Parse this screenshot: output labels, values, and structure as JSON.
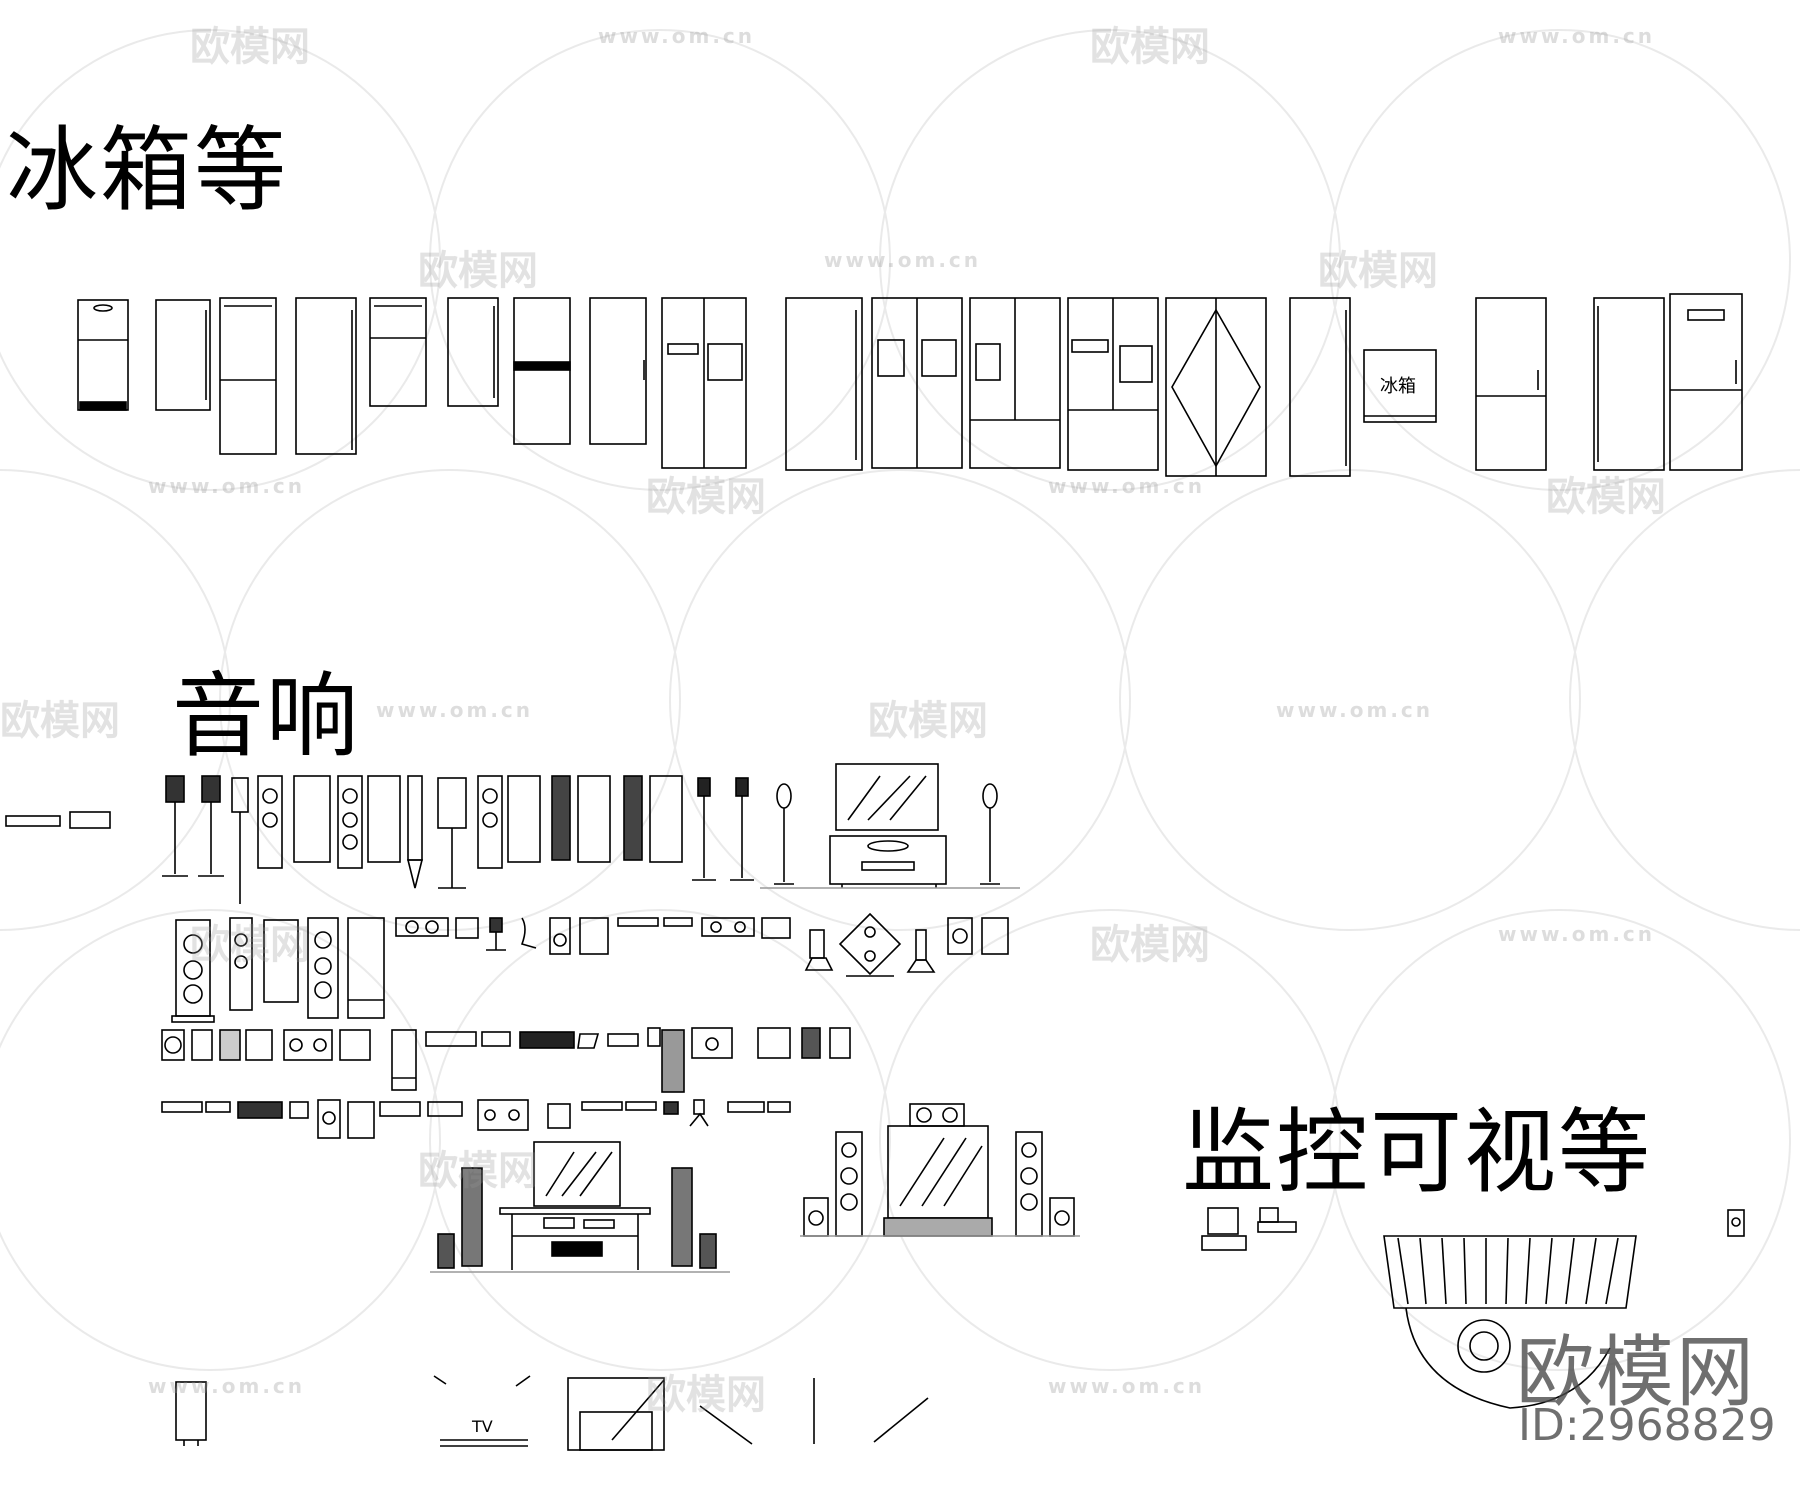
{
  "sections": {
    "fridge_title": "冰箱等",
    "audio_title": "音响",
    "monitor_title": "监控可视等"
  },
  "labels": {
    "fridge_tag": "冰箱",
    "tv_tag": "TV"
  },
  "watermark": {
    "logo_text": "欧模网",
    "url_text": "www.om.cn"
  },
  "brand": {
    "name": "欧模网",
    "id": "ID:2968829"
  }
}
